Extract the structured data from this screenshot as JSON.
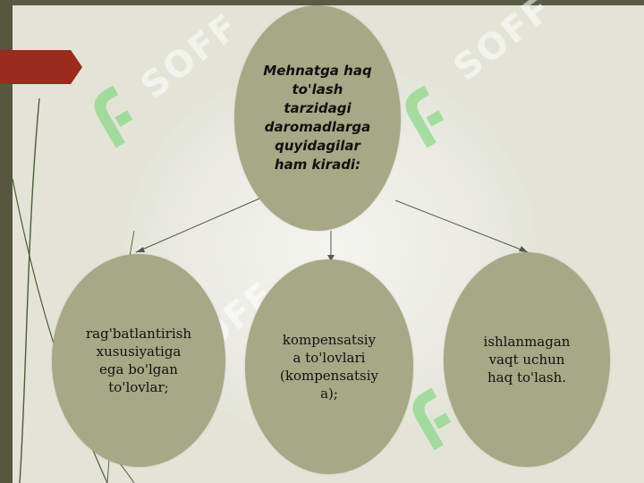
{
  "diagram": {
    "root": "Mehnatga haq\nto'lash\ntarzidagi\ndaromadlarga\nquyidagilar\nham kiradi:",
    "children": [
      "rag'batlantirish\nxususiyatiga\nega bo'lgan\nto'lovlar;",
      "kompensatsiy\na to'lovlari\n(kompensatsiy\na);",
      "ishlanmagan\nvaqt uchun\nhaq to'lash."
    ]
  },
  "watermark": {
    "text": "SOFF"
  },
  "colors": {
    "oval": "#a6a886",
    "accent_tag": "#9a2b1d",
    "left_bar": "#56573f",
    "background": "#e3e4d7"
  }
}
